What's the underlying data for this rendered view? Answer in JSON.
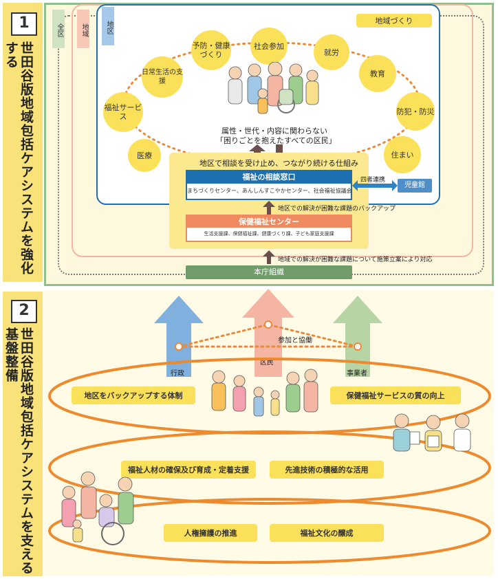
{
  "section1": {
    "number": "1",
    "title": "世田谷版地域包括ケアシステムを強化する",
    "level_tags": {
      "zenku": "全区",
      "chiiki": "地域",
      "chiku": "地区"
    },
    "chiiki_dukuri": "地域づくり",
    "circle_items": [
      "予防・健康づくり",
      "社会参加",
      "就労",
      "教育",
      "防犯・防災",
      "住まい",
      "医療",
      "福祉サービス",
      "日常生活の支援"
    ],
    "residents_caption_line1": "属性・世代・内容に関わらない",
    "residents_caption_line2": "「困りごとを抱えたすべての区民」",
    "mechanism_title": "地区で相談を受け止め、つながり続ける仕組み",
    "consultation": {
      "title": "福祉の相談窓口",
      "members": "まちづくりセンター、あんしんすこやかセンター、社会福祉協議会"
    },
    "yonsha_label": "四者連携",
    "jidoukan": "児童館",
    "backup_caption": "地区での解決が困難な課題のバックアップ",
    "health_center": {
      "title": "保健福祉センター",
      "members": "生活支援課、保健福祉課、健康づくり課、子ども家庭支援課"
    },
    "policy_caption": "地域での解決が困難な課題について施策立案により対応",
    "main_office": "本庁組織"
  },
  "section2": {
    "number": "2",
    "title": "世田谷版地域包括ケアシステムを支える基盤整備",
    "arrows": [
      "行政",
      "区民",
      "事業者"
    ],
    "participation": "参加と協働",
    "ring1": [
      "地区をバックアップする体制",
      "保健福祉サービスの質の向上"
    ],
    "ring2": [
      "福祉人材の確保及び育成・定着支援",
      "先進技術の積極的な活用"
    ],
    "ring3": [
      "人権擁護の推進",
      "福祉文化の醸成"
    ]
  },
  "colors": {
    "sidebar": "#f9e27a",
    "bubble": "#fbe05a",
    "consultation_blue": "#1e6fb0",
    "health_center_orange": "#ef8a60",
    "main_office_green": "#6f9c6a",
    "arrow_blue": "#7fb0de",
    "arrow_pink": "#f4b6a2",
    "arrow_green": "#b7d4a5",
    "ring_orange": "#ee8a2e",
    "dotted_orange": "#e98a3a"
  }
}
